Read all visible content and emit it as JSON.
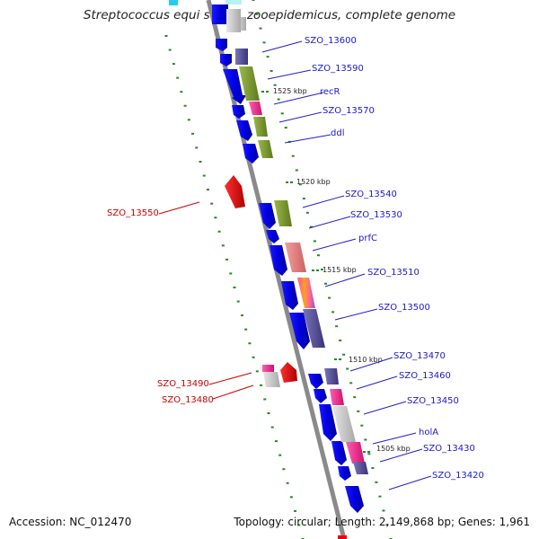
{
  "title": "Streptococcus equi subsp. zooepidemicus, complete genome",
  "footer": {
    "accession": "Accession: NC_012470",
    "summary": "Topology: circular; Length: 2,149,868 bp; Genes: 1,961"
  },
  "colors": {
    "backbone": "#8a8a8a",
    "forward_strand_cds": "#0000ee",
    "reverse_strand_cds": "#ee0000",
    "forward_label": "#1a1acc",
    "reverse_label": "#cc0000",
    "ticks": "#228b22"
  },
  "scale_markers": [
    "1525 kbp",
    "1520 kbp",
    "1515 kbp",
    "1510 kbp",
    "1505 kbp"
  ],
  "gene_labels_forward": [
    "SZO_13600",
    "SZO_13590",
    "recR",
    "SZO_13570",
    "ddl",
    "SZO_13540",
    "SZO_13530",
    "prfC",
    "SZO_13510",
    "SZO_13500",
    "SZO_13470",
    "SZO_13460",
    "SZO_13450",
    "holA",
    "SZO_13430",
    "SZO_13420"
  ],
  "gene_labels_reverse": [
    "SZO_13550",
    "SZO_13490",
    "SZO_13480"
  ]
}
